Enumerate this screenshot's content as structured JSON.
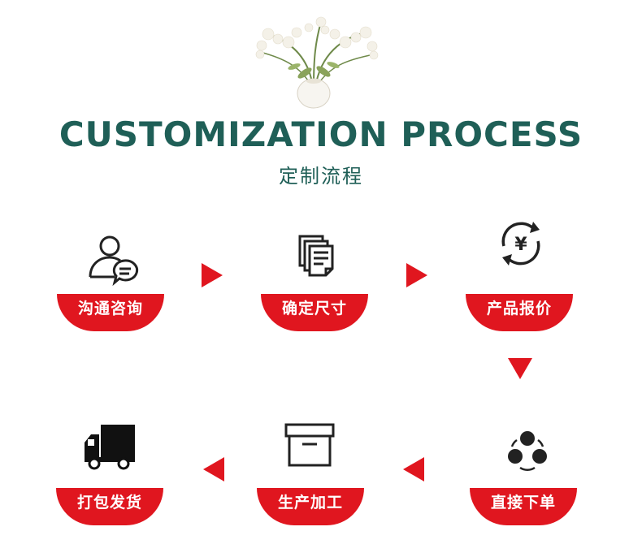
{
  "header": {
    "title": "CUSTOMIZATION PROCESS",
    "subtitle": "定制流程"
  },
  "steps": [
    {
      "label": "沟通咨询",
      "icon": "user-chat-icon"
    },
    {
      "label": "确定尺寸",
      "icon": "documents-icon"
    },
    {
      "label": "产品报价",
      "icon": "yen-cycle-icon"
    },
    {
      "label": "直接下单",
      "icon": "circles-order-icon"
    },
    {
      "label": "生产加工",
      "icon": "box-icon"
    },
    {
      "label": "打包发货",
      "icon": "truck-icon"
    }
  ],
  "colors": {
    "accent": "#e0161f",
    "title": "#1f5f57",
    "icon": "#222222"
  }
}
